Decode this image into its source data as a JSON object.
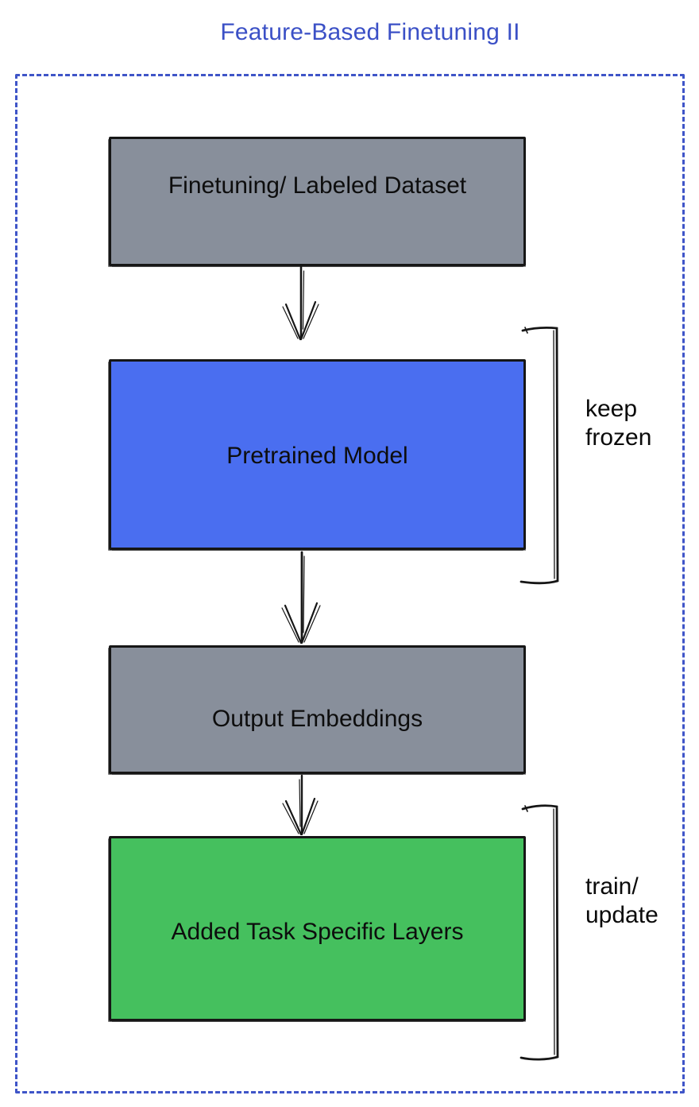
{
  "title": "Feature-Based Finetuning II",
  "colors": {
    "title_blue": "#3b50c6",
    "boundary_blue": "#3f55c8",
    "box_gray": "#888f9b",
    "box_blue": "#4a6ef0",
    "box_green": "#45c05e",
    "ink": "#161616"
  },
  "flow": {
    "boxes": [
      {
        "label": "Finetuning/ Labeled Dataset",
        "fill": "gray"
      },
      {
        "label": "Pretrained Model",
        "fill": "blue"
      },
      {
        "label": "Output Embeddings",
        "fill": "gray"
      },
      {
        "label": "Added Task Specific Layers",
        "fill": "green"
      }
    ],
    "connectors": [
      "arrow-down",
      "arrow-down",
      "arrow-down"
    ]
  },
  "annotations": {
    "keep_frozen": {
      "line1": "keep",
      "line2": "frozen"
    },
    "train_update": {
      "line1": "train/",
      "line2": "update"
    }
  }
}
